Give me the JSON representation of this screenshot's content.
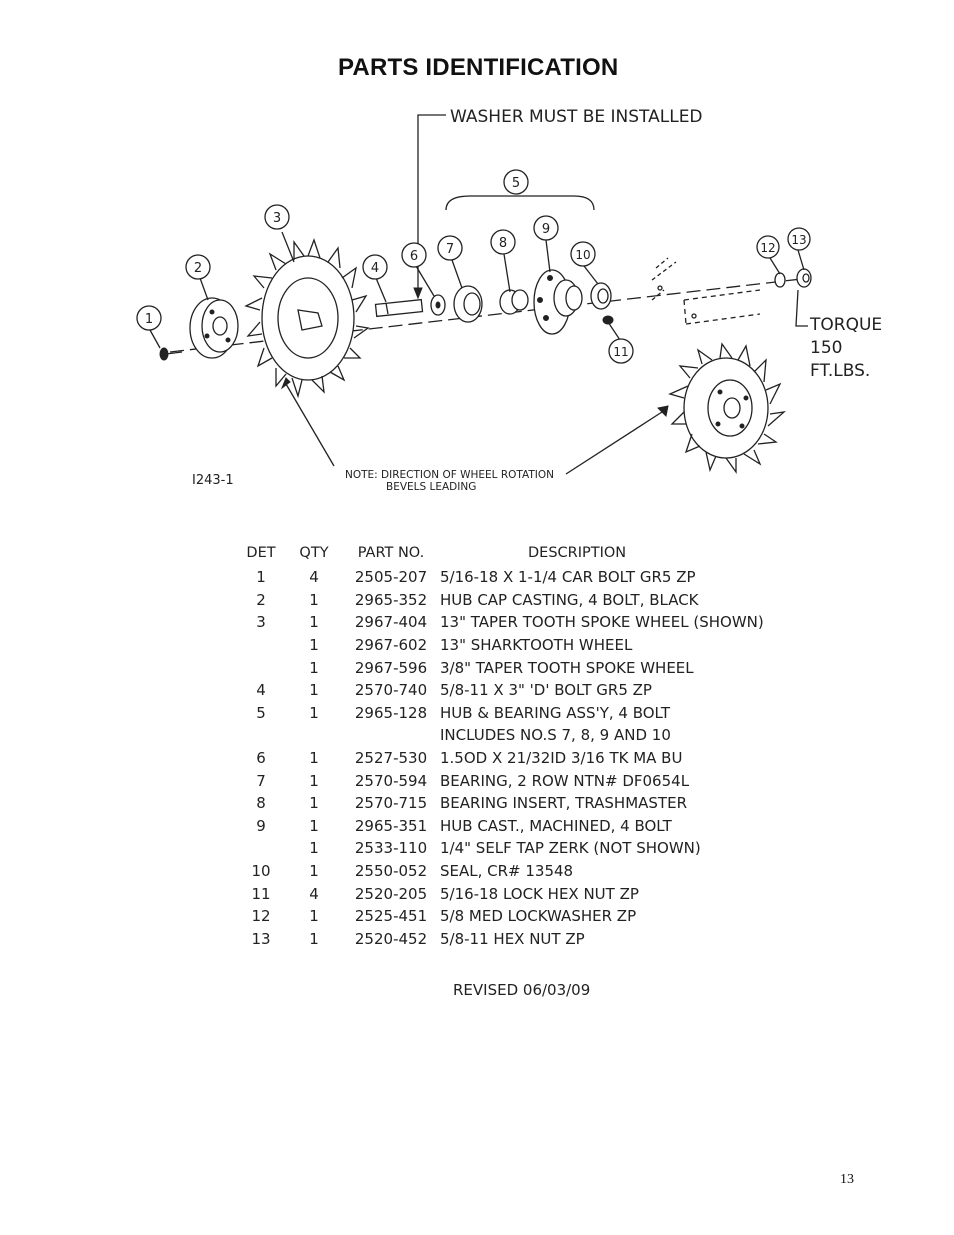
{
  "title": "PARTS IDENTIFICATION",
  "diagram": {
    "drawing_id": "I243-1",
    "washer_note": "WASHER MUST BE INSTALLED",
    "torque_note": [
      "TORQUE",
      "150",
      "FT.LBS."
    ],
    "rotation_note": [
      "NOTE: DIRECTION OF WHEEL ROTATION",
      "BEVELS LEADING"
    ],
    "callouts": [
      "1",
      "2",
      "3",
      "4",
      "5",
      "6",
      "7",
      "8",
      "9",
      "10",
      "11",
      "12",
      "13"
    ]
  },
  "table": {
    "headers": {
      "det": "DET",
      "qty": "QTY",
      "part": "PART NO.",
      "desc": "DESCRIPTION"
    },
    "rows": [
      {
        "det": "1",
        "qty": "4",
        "part": "2505-207",
        "desc": "5/16-18 X 1-1/4 CAR BOLT GR5 ZP"
      },
      {
        "det": "2",
        "qty": "1",
        "part": "2965-352",
        "desc": "HUB CAP CASTING, 4 BOLT, BLACK"
      },
      {
        "det": "3",
        "qty": "1",
        "part": "2967-404",
        "desc": "13\" TAPER TOOTH SPOKE WHEEL (SHOWN)"
      },
      {
        "det": "",
        "qty": "1",
        "part": "2967-602",
        "desc": "13\" SHARKTOOTH WHEEL"
      },
      {
        "det": "",
        "qty": "1",
        "part": "2967-596",
        "desc": "3/8\" TAPER TOOTH SPOKE WHEEL"
      },
      {
        "det": "4",
        "qty": "1",
        "part": "2570-740",
        "desc": "5/8-11 X 3\" 'D' BOLT GR5 ZP"
      },
      {
        "det": "5",
        "qty": "1",
        "part": "2965-128",
        "desc": "HUB & BEARING ASS'Y, 4 BOLT"
      },
      {
        "det": "",
        "qty": "",
        "part": "",
        "desc": "INCLUDES NO.S 7, 8, 9 AND 10"
      },
      {
        "det": "6",
        "qty": "1",
        "part": "2527-530",
        "desc": "1.5OD X 21/32ID 3/16 TK MA BU"
      },
      {
        "det": "7",
        "qty": "1",
        "part": "2570-594",
        "desc": "BEARING, 2 ROW NTN# DF0654L"
      },
      {
        "det": "8",
        "qty": "1",
        "part": "2570-715",
        "desc": "BEARING INSERT, TRASHMASTER"
      },
      {
        "det": "9",
        "qty": "1",
        "part": "2965-351",
        "desc": "HUB CAST., MACHINED, 4 BOLT"
      },
      {
        "det": "",
        "qty": "1",
        "part": "2533-110",
        "desc": "1/4\" SELF TAP ZERK (NOT SHOWN)"
      },
      {
        "det": "10",
        "qty": "1",
        "part": "2550-052",
        "desc": "SEAL, CR# 13548"
      },
      {
        "det": "11",
        "qty": "4",
        "part": "2520-205",
        "desc": "5/16-18 LOCK HEX NUT ZP"
      },
      {
        "det": "12",
        "qty": "1",
        "part": "2525-451",
        "desc": "5/8 MED LOCKWASHER ZP"
      },
      {
        "det": "13",
        "qty": "1",
        "part": "2520-452",
        "desc": "5/8-11 HEX NUT ZP"
      }
    ]
  },
  "revised": "REVISED 06/03/09",
  "page_number": "13"
}
